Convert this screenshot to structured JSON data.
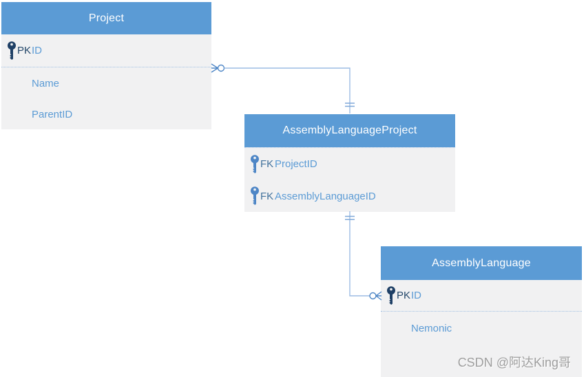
{
  "diagram_type": "entity-relationship-diagram",
  "colors": {
    "table_header": "#5b9bd5",
    "table_body": "#f1f1f2",
    "pk_key_icon": "#1f4066",
    "fk_key_icon": "#4e86c6",
    "pk_label_text": "#24476a",
    "fk_label_text": "#41719c",
    "field_text": "#5b9bd5",
    "connector_line": "#9cbce3",
    "connector_symbol": "#4e86c6",
    "watermark_text": "#9e9e9e"
  },
  "tables": [
    {
      "title": "Project",
      "rows": [
        {
          "key": "PK",
          "field": "ID"
        },
        {
          "key": "",
          "field": "Name"
        },
        {
          "key": "",
          "field": "ParentID"
        }
      ]
    },
    {
      "title": "AssemblyLanguageProject",
      "rows": [
        {
          "key": "FK",
          "field": "ProjectID"
        },
        {
          "key": "FK",
          "field": "AssemblyLanguageID"
        }
      ]
    },
    {
      "title": "AssemblyLanguage",
      "rows": [
        {
          "key": "PK",
          "field": "ID"
        },
        {
          "key": "",
          "field": "Nemonic"
        }
      ]
    }
  ],
  "relationships": [
    {
      "from": "Project",
      "to": "AssemblyLanguageProject",
      "from_cardinality": "zero-or-many (crow's foot with circle)",
      "to_cardinality": "one (double tick)"
    },
    {
      "from": "AssemblyLanguageProject",
      "to": "AssemblyLanguage",
      "from_cardinality": "one (double tick)",
      "to_cardinality": "zero-or-many (crow's foot with circle)"
    }
  ],
  "watermark": {
    "text": "CSDN @阿达King哥"
  }
}
